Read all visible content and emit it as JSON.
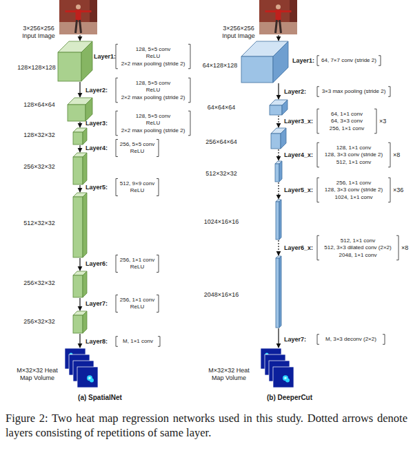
{
  "diagram": {
    "caption": "Figure 2: Two heat map regression networks used in this study. Dotted arrows denote layers consisting of repetitions of same layer.",
    "nodes": [
      {
        "text": [
          "3×256×256 Input Image"
        ]
      },
      {
        "text": [
          "128×128×128"
        ]
      },
      {
        "text": [
          "128×64×64"
        ]
      },
      {
        "text": [
          "128×32×32"
        ]
      },
      {
        "text": [
          "256×32×32"
        ]
      },
      {
        "text": [
          "512×32×32"
        ]
      },
      {
        "text": [
          "256×32×32"
        ]
      },
      {
        "text": [
          "256×32×32"
        ]
      },
      {
        "text": [
          "M×32×32 Heat Map Volume"
        ]
      },
      {
        "text": [
          "3×256×256 Input Image"
        ]
      },
      {
        "text": [
          "64×128×128"
        ]
      },
      {
        "text": [
          "64×64×64"
        ]
      },
      {
        "text": [
          "256×64×64"
        ]
      },
      {
        "text": [
          "512×32×32"
        ]
      },
      {
        "text": [
          "1024×16×16"
        ]
      },
      {
        "text": [
          "2048×16×16"
        ]
      },
      {
        "text": [
          "M×32×32 Heat Map Volume"
        ]
      }
    ],
    "edges": [
      {
        "from": 0,
        "to": 1,
        "arrow": "to",
        "label": "Layer1:"
      },
      {
        "from": 1,
        "to": 2,
        "arrow": "to",
        "label": "Layer2:"
      },
      {
        "from": 2,
        "to": 3,
        "arrow": "to",
        "label": "Layer3:"
      },
      {
        "from": 3,
        "to": 4,
        "arrow": "to",
        "label": "Layer4:"
      },
      {
        "from": 4,
        "to": 5,
        "arrow": "to",
        "label": "Layer5:"
      },
      {
        "from": 5,
        "to": 6,
        "arrow": "to",
        "label": "Layer6:"
      },
      {
        "from": 6,
        "to": 7,
        "arrow": "to",
        "label": "Layer7:"
      },
      {
        "from": 7,
        "to": 8,
        "arrow": "to",
        "label": "Layer8:"
      },
      {
        "from": 9,
        "to": 10,
        "arrow": "to",
        "label": "Layer1:"
      },
      {
        "from": 10,
        "to": 11,
        "arrow": "to",
        "label": "Layer2:"
      },
      {
        "from": 11,
        "to": 12,
        "arrow": "to",
        "label": "Layer3_x:"
      },
      {
        "from": 12,
        "to": 13,
        "arrow": "to",
        "label": "Layer4_x:"
      },
      {
        "from": 13,
        "to": 14,
        "arrow": "to",
        "label": "Layer5_x:"
      },
      {
        "from": 14,
        "to": 15,
        "arrow": "to",
        "label": "Layer6_x:"
      },
      {
        "from": 15,
        "to": 16,
        "arrow": "to",
        "label": "Layer7:"
      }
    ],
    "labels": [
      "128, 5×5 conv",
      "ReLU",
      "2×2 max pooling (stride 2)",
      "128, 5×5 conv",
      "ReLU",
      "2×2 max pooling (stride 2)",
      "128, 5×5 conv",
      "ReLU",
      "2×2 max pooling (stride 2)",
      "256, 5×5 conv",
      "ReLU",
      "512, 9×9 conv",
      "ReLU",
      "256, 1×1 conv",
      "ReLU",
      "256, 1×1 conv",
      "ReLU",
      "M, 1×1 conv",
      "64, 7×7 conv (stride 2)",
      "3×3 max pooling (stride 2)",
      "64, 1×1 conv",
      "64, 3×3 conv",
      "256, 1×1 conv",
      "×3",
      "128, 1×1 conv",
      "128, 3×3 conv (stride 2)",
      "512, 1×1 conv",
      "×8",
      "256, 1×1 conv",
      "128, 3×3 conv (stride 2)",
      "1024, 1×1 conv",
      "×36",
      "512, 1×1 conv",
      "512, 3×3 dilated conv (2×2)",
      "2048, 1×1 conv",
      "×8",
      "M, 3×3 deconv (2×2)",
      "(a) SpatialNet",
      "(b) DeeperCut"
    ]
  }
}
